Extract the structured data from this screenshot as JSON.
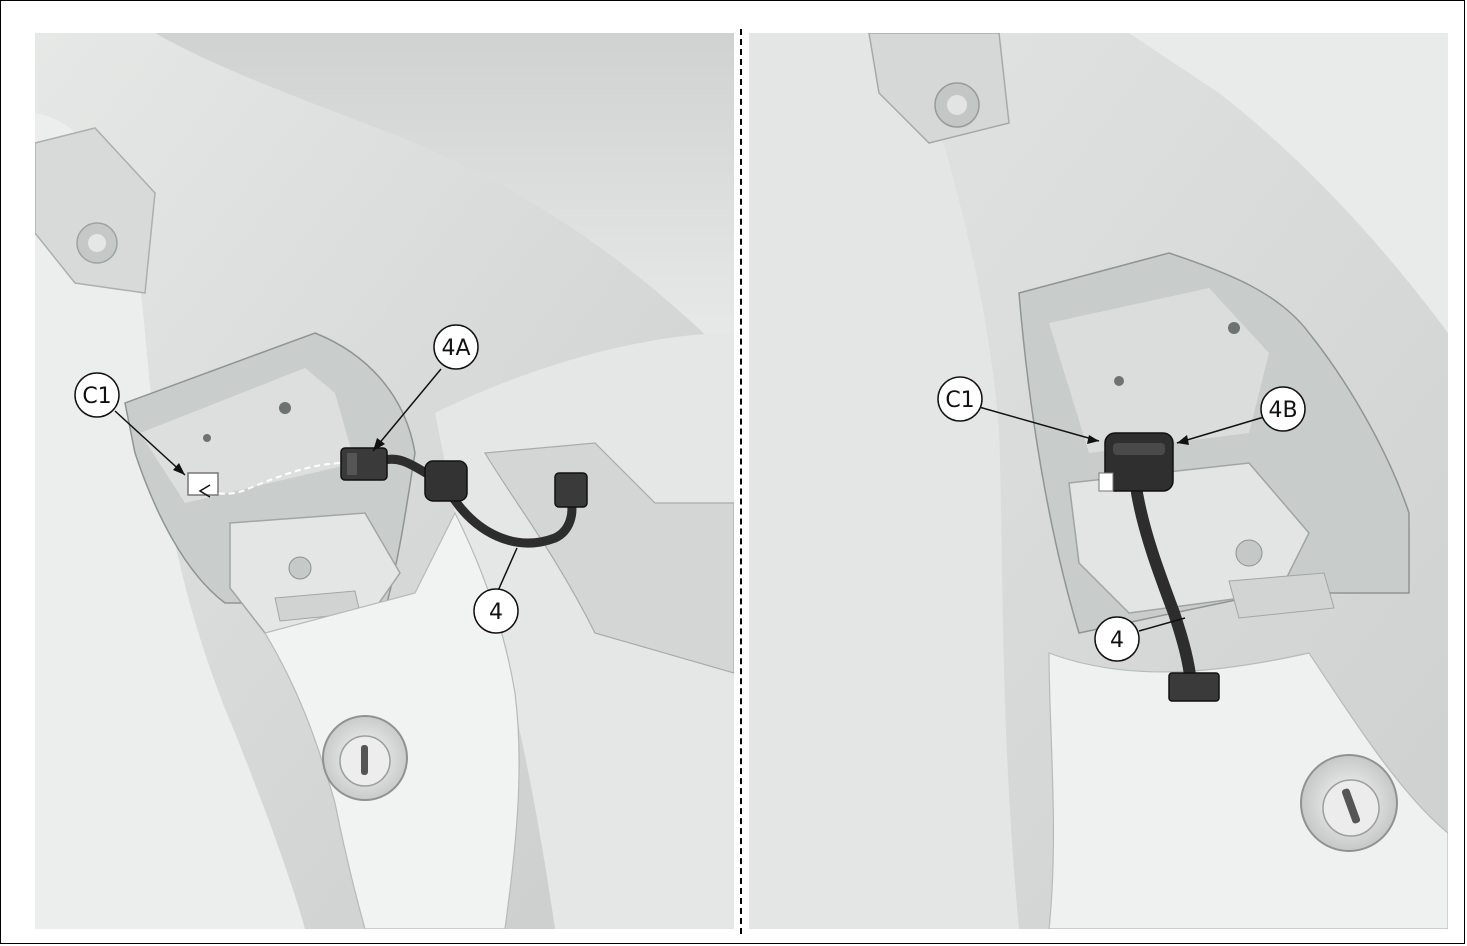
{
  "callouts": {
    "left": {
      "c1": "C1",
      "a4": "4A",
      "n4": "4"
    },
    "right": {
      "c1": "C1",
      "b4": "4B",
      "n4": "4"
    }
  },
  "colors": {
    "housing": "#d9dcdb",
    "housing_light": "#eef0ef",
    "housing_shadow": "#b9bdbb",
    "cable": "#2d2d2d",
    "leader": "#111111"
  }
}
